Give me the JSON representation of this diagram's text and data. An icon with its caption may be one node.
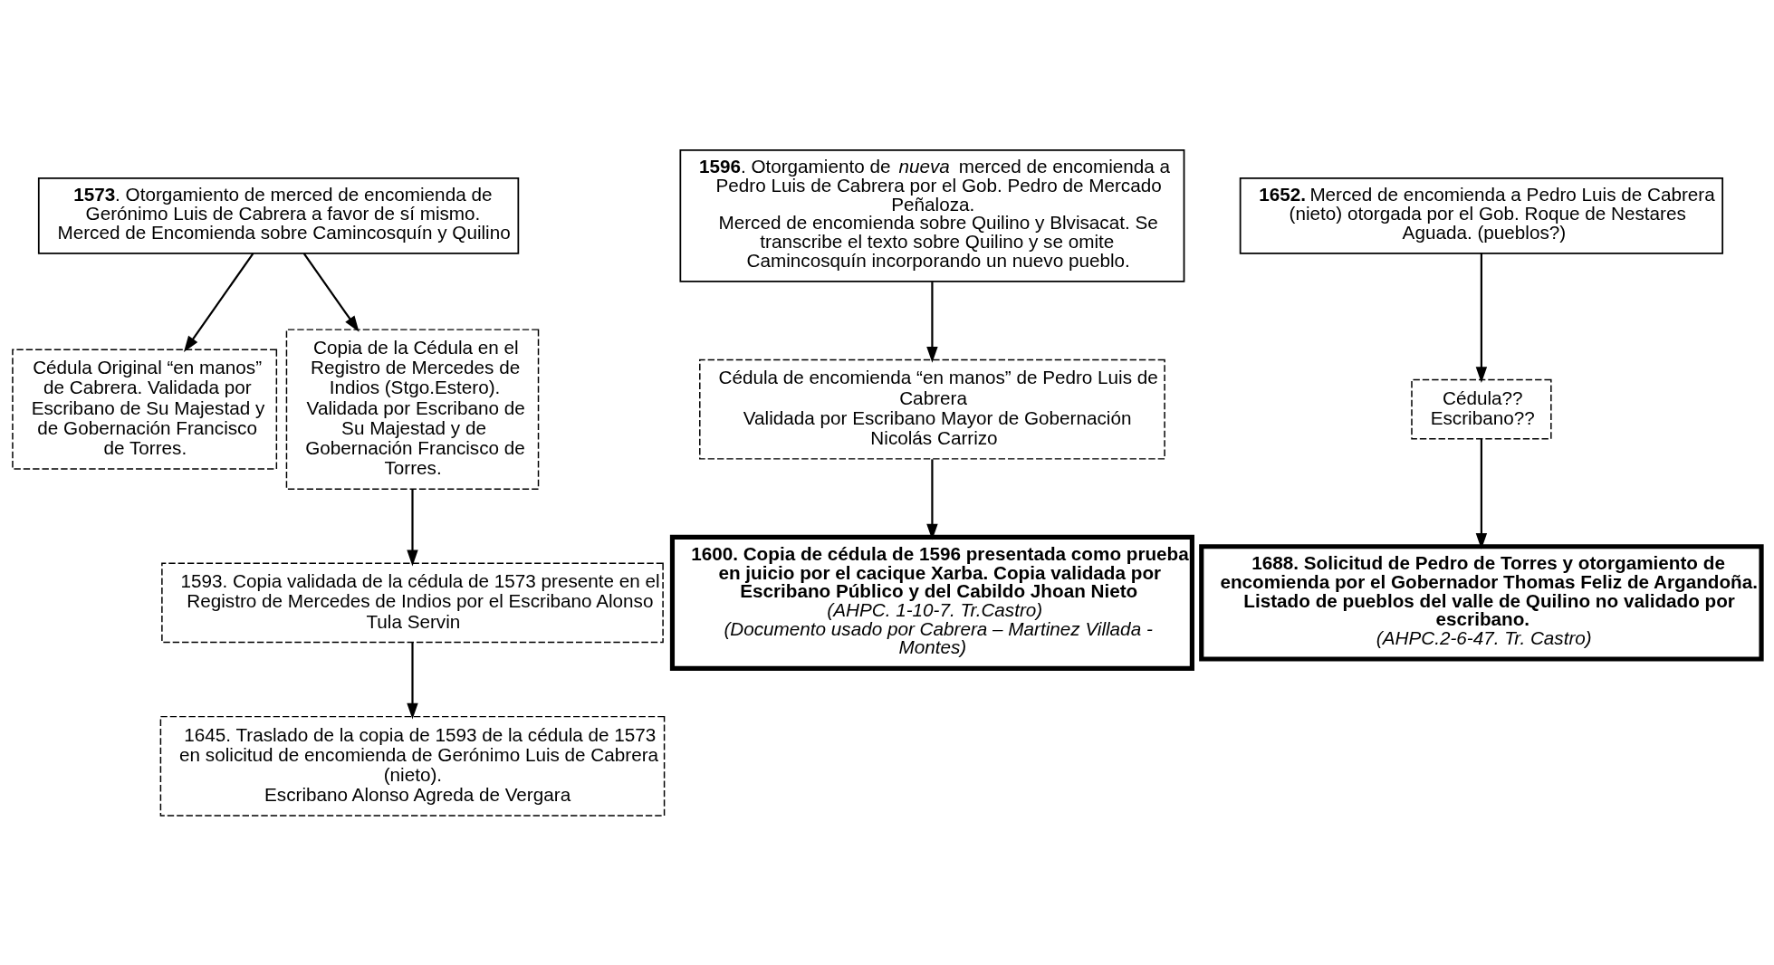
{
  "diagram": {
    "nodes": [
      {
        "text": [
          "**1573**. Otorgamiento de merced de encomienda de Gerónimo Luis de Cabrera a favor de sí mismo.",
          "Merced de Encomienda sobre Camincosquín y Quilino"
        ]
      },
      {
        "text": [
          "**1596**. Otorgamiento de *nueva* merced de encomienda a Pedro Luis de Cabrera por el Gob. Pedro de Mercado Peñaloza.",
          "Merced de encomienda sobre Quilino y Blvisacat. Se transcribe el texto sobre Quilino y se omite Camincosquín incorporando un nuevo pueblo."
        ]
      },
      {
        "text": [
          "**1652.** Merced de encomienda a Pedro Luis de Cabrera (nieto) otorgada por el Gob. Roque de Nestares Aguada. (pueblos?)"
        ]
      },
      {
        "text": [
          "Cédula Original “en manos” de Cabrera. Validada por Escribano de Su Majestad y de Gobernación Francisco de Torres."
        ]
      },
      {
        "text": [
          "Copia de la Cédula en el Registro de Mercedes de Indios (Stgo.Estero). Validada por Escribano de Su Majestad y de Gobernación Francisco de Torres."
        ]
      },
      {
        "text": [
          "Cédula de encomienda “en manos” de Pedro Luis de Cabrera",
          "Validada por Escribano Mayor de Gobernación Nicolás Carrizo"
        ]
      },
      {
        "text": [
          "Cédula??",
          "Escribano??"
        ]
      },
      {
        "text": [
          "1593. Copia validada de la cédula de 1573 presente en el Registro de Mercedes de Indios por el Escribano Alonso Tula Servin"
        ]
      },
      {
        "text": [
          "1600. Copia de cédula de 1596 presentada como prueba en juicio por el cacique Xarba. Copia validada por Escribano Público y del Cabildo Jhoan Nieto",
          "(AHPC. 1-10-7. Tr.Castro)",
          "(Documento usado por Cabrera – Martinez Villada - Montes)"
        ]
      },
      {
        "text": [
          "1688. Solicitud de Pedro de Torres y otorgamiento de encomienda por el Gobernador Thomas Feliz de Argandoña.",
          "Listado de pueblos del valle de Quilino no validado por escribano.",
          "(AHPC.2-6-47. Tr. Castro)"
        ]
      },
      {
        "text": [
          "1645. Traslado de la copia de 1593 de la cédula de 1573 en solicitud de encomienda de Gerónimo Luis de Cabrera (nieto).",
          "Escribano Alonso Agreda de Vergara"
        ]
      }
    ],
    "edges": [
      {
        "from": 0,
        "to": 3,
        "arrow": "to"
      },
      {
        "from": 0,
        "to": 4,
        "arrow": "to"
      },
      {
        "from": 1,
        "to": 5,
        "arrow": "to"
      },
      {
        "from": 2,
        "to": 6,
        "arrow": "to"
      },
      {
        "from": 4,
        "to": 7,
        "arrow": "to"
      },
      {
        "from": 5,
        "to": 8,
        "arrow": "to"
      },
      {
        "from": 6,
        "to": 9,
        "arrow": "to"
      },
      {
        "from": 7,
        "to": 10,
        "arrow": "to"
      }
    ]
  }
}
